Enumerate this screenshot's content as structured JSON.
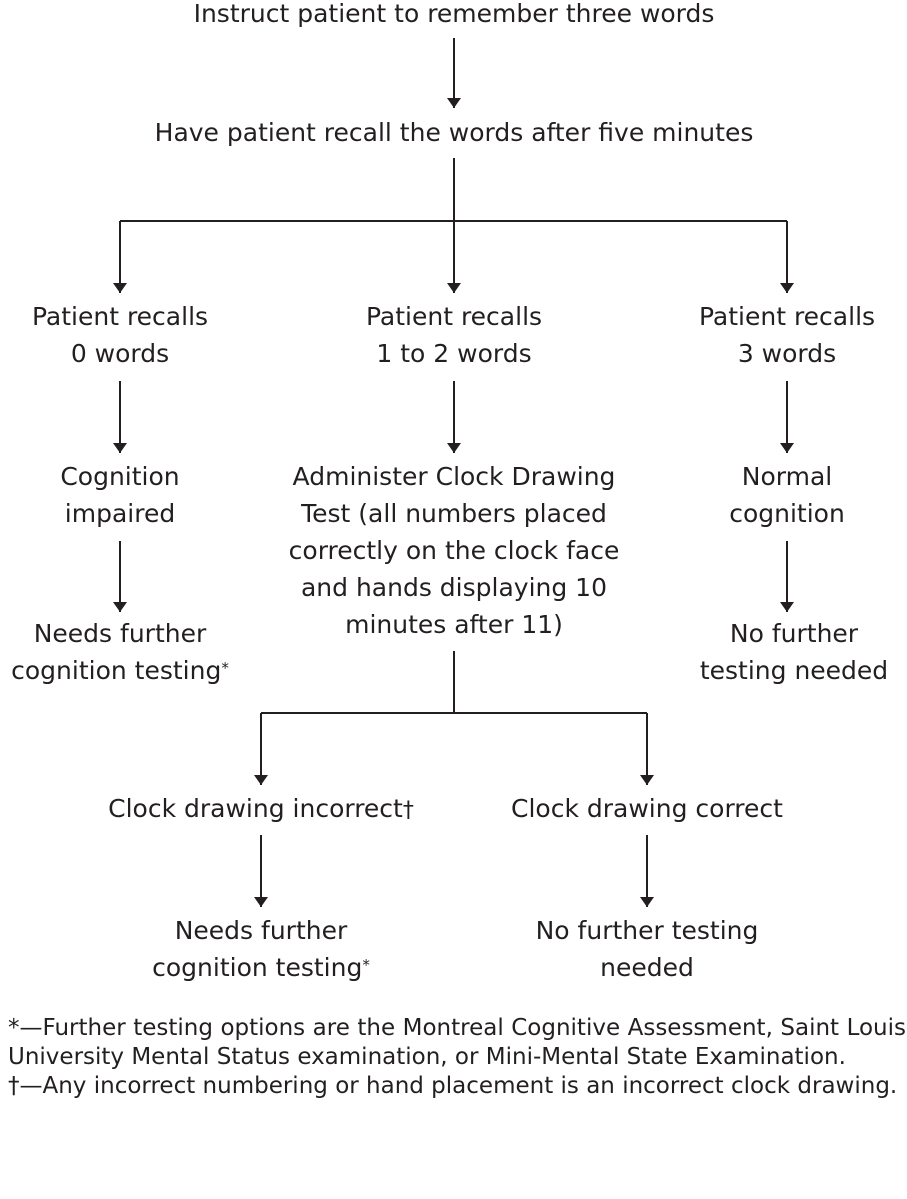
{
  "nodes": {
    "start": "Instruct patient to remember three words",
    "recall": "Have patient recall the words after five minutes",
    "recall_0": [
      "Patient recalls",
      "0 words"
    ],
    "recall_1_2": [
      "Patient recalls",
      "1 to 2 words"
    ],
    "recall_3": [
      "Patient recalls",
      "3 words"
    ],
    "impaired": [
      "Cognition",
      "impaired"
    ],
    "clock_test": [
      "Administer Clock Drawing",
      "Test (all numbers placed",
      "correctly on the clock face",
      "and hands displaying 10",
      "minutes after 11)"
    ],
    "normal": [
      "Normal",
      "cognition"
    ],
    "further_left": [
      "Needs further",
      "cognition testing"
    ],
    "no_further_right": [
      "No further",
      "testing needed"
    ],
    "clock_incorrect": "Clock drawing incorrect",
    "clock_correct": "Clock drawing correct",
    "further_bottom": [
      "Needs further",
      "cognition testing"
    ],
    "no_further_bottom": [
      "No further testing",
      "needed"
    ]
  },
  "marks": {
    "asterisk": "*",
    "dagger": "†"
  },
  "footnotes": {
    "asterisk_note": "*—Further testing options are the Montreal Cognitive Assessment, Saint Louis University Mental Status examination, or Mini-Mental State Examination.",
    "dagger_note": "†—Any incorrect numbering or hand placement is an incorrect clock drawing."
  },
  "colors": {
    "text": "#231f20",
    "lines": "#231f20",
    "background": "#ffffff"
  }
}
